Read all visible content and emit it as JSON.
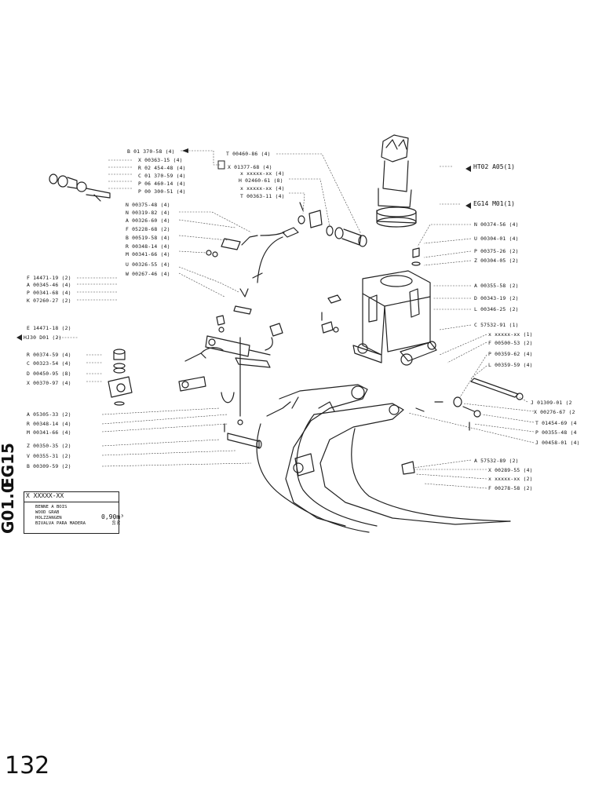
{
  "document": {
    "codes": {
      "series": "EG15",
      "sheet": "G01.0"
    },
    "title_block": {
      "code": "X XXXXX-XX",
      "names": [
        "BENNE A BOIS",
        "WOOD GRAB",
        "HOLZZANGEN",
        "BIVALVA PARA MADERA"
      ],
      "volume": "0,90m³",
      "date": "10-79"
    },
    "page_number": "132",
    "references": {
      "top_right": [
        "HT02 A05(1)",
        "EG14 M01(1)"
      ],
      "left": "HJ30 D01 (2)"
    },
    "labels_top_left": [
      "B 01 370-58 (4)",
      "X 00363-15 (4)",
      "R 02 454-48 (4)",
      "C 01 370-59 (4)",
      "P 06 460-14 (4)",
      "P 00 300-51 (4)"
    ],
    "labels_top_center": [
      "T 00460-86 (4)",
      "X 01377-68 (4)",
      "x xxxxx-xx (4)",
      "H 02460-61 (8)",
      "x xxxxx-xx (4)",
      "T 00363-11 (4)"
    ],
    "labels_mid_left": [
      "N 00375-48 (4)",
      "N 00319-82 (4)",
      "A 00326-60 (4)",
      "F 05228-68 (2)",
      "B 00519-58 (4)",
      "R 00348-14 (4)",
      "M 00341-66 (4)",
      "U 00326-55 (4)",
      "W 00267-46 (4)"
    ],
    "labels_left_group1": [
      "F 14471-19 (2)",
      "A 00345-46 (4)",
      "P 00341-68 (4)",
      "K 07260-27 (2)"
    ],
    "labels_left_e": "E 14471-18 (2)",
    "labels_left_group2": [
      "R 00374-59 (4)",
      "C 00323-54 (4)",
      "D 00450-95 (8)",
      "X 00370-97 (4)"
    ],
    "labels_left_group3": [
      "A 05305-33 (2)",
      "R 00348-14 (4)",
      "M 00341-66 (4)"
    ],
    "labels_left_group4": [
      "Z 00350-35 (2)",
      "V 00355-31 (2)",
      "B 00309-59 (2)"
    ],
    "labels_right": [
      "N 00374-56 (4)",
      "U 00304-01 (4)",
      "P 00375-26 (2)",
      "Z 00304-05 (2)",
      "A 00355-58 (2)",
      "D 00343-19 (2)",
      "L 00346-25 (2)",
      "C 57532-91 (1)",
      "x xxxxx-xx (1)",
      "F 00500-53 (2)",
      "P 00359-62 (4)",
      "L 00359-59 (4)"
    ],
    "labels_far_right": [
      "J 01309-01 (2",
      "X 00276-67 (2",
      "T 01454-69 (4",
      "P 00355-48 (4",
      "J 00458-01 (4)"
    ],
    "labels_bottom_right": [
      "A 57532-89 (2)",
      "X 00289-55 (4)",
      "x xxxxx-xx (2)",
      "F 00278-58 (2)"
    ]
  }
}
